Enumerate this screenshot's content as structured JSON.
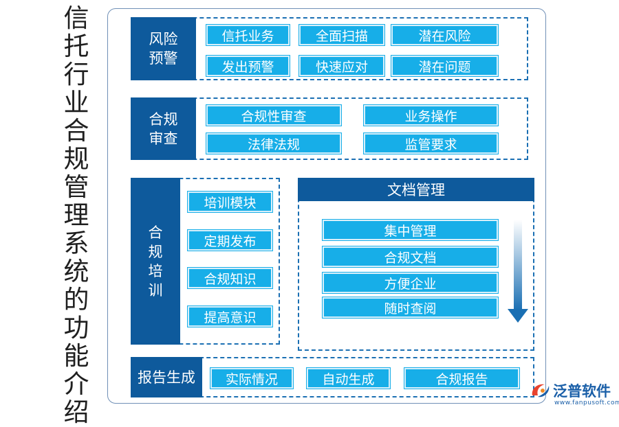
{
  "title": "信托行业合规管理系统的功能介绍",
  "sections": {
    "risk": {
      "label": "风险预警",
      "items": [
        "信托业务",
        "全面扫描",
        "潜在风险",
        "发出预警",
        "快速应对",
        "潜在问题"
      ]
    },
    "review": {
      "label": "合规审查",
      "items": [
        "合规性审查",
        "业务操作",
        "法律法规",
        "监管要求"
      ]
    },
    "training": {
      "label": "合规培训",
      "items": [
        "培训模块",
        "定期发布",
        "合规知识",
        "提高意识"
      ]
    },
    "docs": {
      "label": "文档管理",
      "items": [
        "集中管理",
        "合规文档",
        "方便企业",
        "随时查阅"
      ]
    },
    "report": {
      "label": "报告生成",
      "items": [
        "实际情况",
        "自动生成",
        "合规报告"
      ]
    }
  },
  "logo": {
    "name": "泛普软件",
    "url": "www.fanpusoft.com"
  },
  "colors": {
    "dark": "#0e5a9c",
    "light": "#17aee8",
    "dash": "#1a6fb3"
  }
}
